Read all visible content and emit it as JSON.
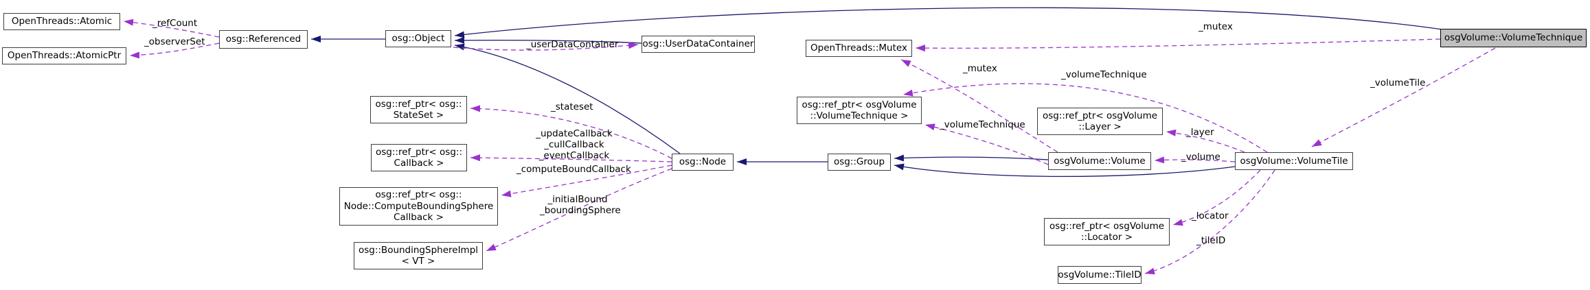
{
  "diagram": {
    "title": "osgVolume::VolumeTechnique collaboration graph",
    "colors": {
      "inheritance_line": "#191970",
      "usage_line": "#9a32cd",
      "node_border": "#3d3d3d",
      "node_fill": "#ffffff",
      "highlight_fill": "#bfbfbf",
      "text": "#000000"
    },
    "nodes": {
      "atomic": {
        "label": "OpenThreads::Atomic"
      },
      "atomic_ptr": {
        "label": "OpenThreads::AtomicPtr"
      },
      "referenced": {
        "label": "osg::Referenced"
      },
      "object": {
        "label": "osg::Object"
      },
      "user_data_container": {
        "label": "osg::UserDataContainer"
      },
      "mutex": {
        "label": "OpenThreads::Mutex"
      },
      "ref_ptr_volume_technique": {
        "label": "osg::ref_ptr< osgVolume\n::VolumeTechnique >"
      },
      "ref_ptr_layer": {
        "label": "osg::ref_ptr< osgVolume\n::Layer >"
      },
      "ref_ptr_stateset": {
        "label": "osg::ref_ptr< osg::\nStateSet >"
      },
      "ref_ptr_callback": {
        "label": "osg::ref_ptr< osg::\nCallback >"
      },
      "ref_ptr_compute_bounding_sphere_callback": {
        "label": "osg::ref_ptr< osg::\nNode::ComputeBoundingSphere\nCallback >"
      },
      "bounding_sphere_impl": {
        "label": "osg::BoundingSphereImpl\n< VT >"
      },
      "node": {
        "label": "osg::Node"
      },
      "group": {
        "label": "osg::Group"
      },
      "volume": {
        "label": "osgVolume::Volume"
      },
      "volume_tile": {
        "label": "osgVolume::VolumeTile"
      },
      "ref_ptr_locator": {
        "label": "osg::ref_ptr< osgVolume\n::Locator >"
      },
      "tile_id": {
        "label": "osgVolume::TileID"
      },
      "volume_technique": {
        "label": "osgVolume::VolumeTechnique"
      }
    },
    "edge_labels": {
      "ref_count": "_refCount",
      "observer_set": "_observerSet",
      "user_data_container": "_userDataContainer",
      "mutex_from_technique": "_mutex",
      "mutex_from_volume": "_mutex",
      "volume_technique_from_tile": "_volumeTechnique",
      "volume_technique_from_volume": "_volumeTechnique",
      "stateset": "_stateset",
      "node_callbacks": "_updateCallback\n_cullCallback\n_eventCallback",
      "compute_bound_callback": "_computeBoundCallback",
      "bounds": "_initialBound\n_boundingSphere",
      "layer": "_layer",
      "volume": "_volume",
      "volume_tile": "_volumeTile",
      "locator": "_locator",
      "tile_id": "_tileID"
    }
  }
}
